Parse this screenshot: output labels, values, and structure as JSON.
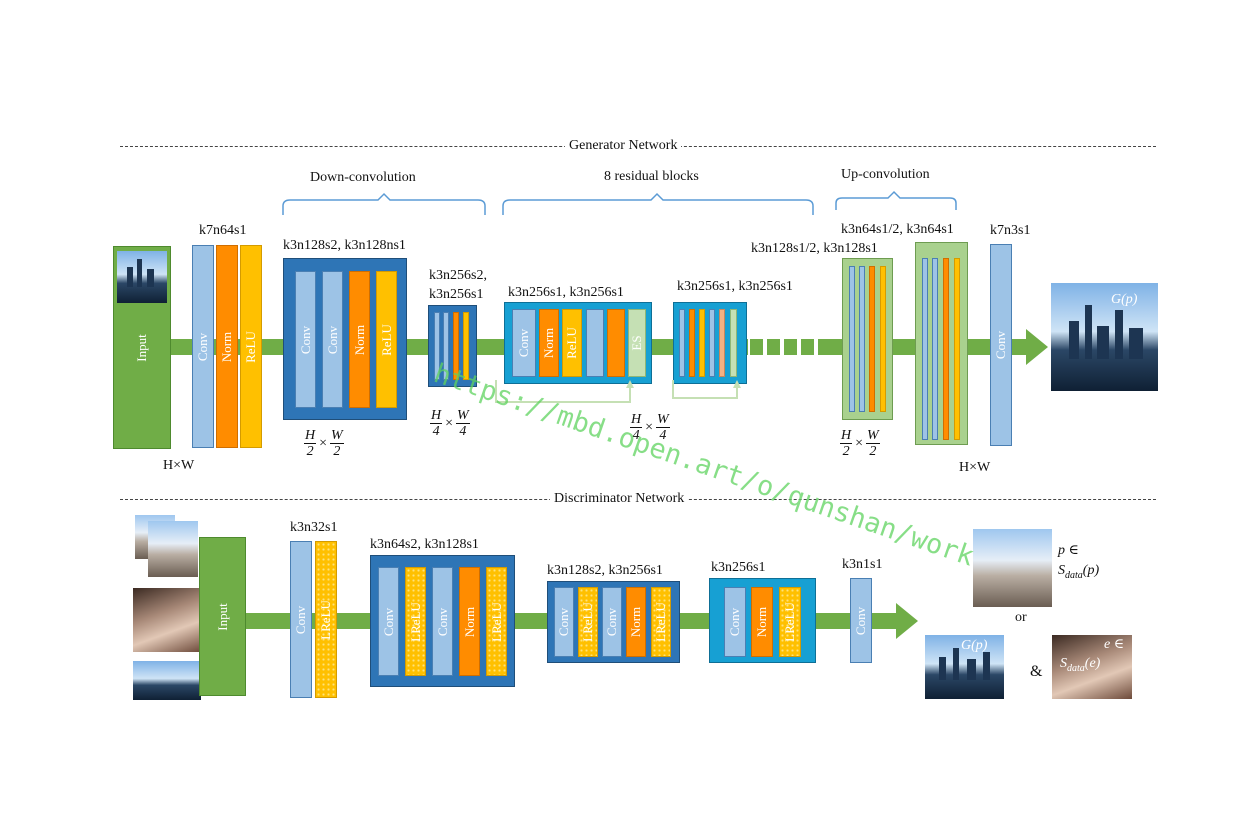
{
  "generator": {
    "section_title": "Generator Network",
    "groups": {
      "down": "Down-convolution",
      "residual": "8 residual blocks",
      "up": "Up-convolution"
    },
    "input_label": "Input",
    "input_size": "H×W",
    "output_size": "H×W",
    "output_image_label": "G(p)",
    "layers": {
      "l1": "k7n64s1",
      "l2": "k3n128s2, k3n128ns1",
      "l3a": "k3n256s2,",
      "l3b": "k3n256s1",
      "r1": "k3n256s1,  k3n256s1",
      "r2": "k3n256s1,  k3n256s1",
      "u1a": "k3n64s1/2, k3n64s1",
      "u1b": "k3n128s1/2, k3n128s1",
      "out": "k7n3s1"
    },
    "block_labels": {
      "conv": "Conv",
      "norm": "Norm",
      "relu": "ReLU",
      "es": "ES"
    },
    "dims": {
      "half": {
        "n1": "H",
        "d1": "2",
        "n2": "W",
        "d2": "2",
        "x": "×"
      },
      "quarter": {
        "n1": "H",
        "d1": "4",
        "n2": "W",
        "d2": "4",
        "x": "×"
      }
    }
  },
  "discriminator": {
    "section_title": "Discriminator Network",
    "input_label": "Input",
    "layers": {
      "d1": "k3n32s1",
      "d2": "k3n64s2, k3n128s1",
      "d3": "k3n128s2, k3n256s1",
      "d4": "k3n256s1",
      "d5": "k3n1s1"
    },
    "block_labels": {
      "conv": "Conv",
      "norm": "Norm",
      "lrelu": "LReLU"
    },
    "outputs": {
      "p_label": "p ∈",
      "p_set": "S",
      "p_sub": "data",
      "p_arg": "(p)",
      "or": "or",
      "g_label": "G(p)",
      "amp": "&",
      "e_label": "e ∈",
      "e_set": "S",
      "e_sub": "data",
      "e_arg": "(e)"
    }
  },
  "watermark": "https://mbd.open.art/o/qunshan/work",
  "colors": {
    "green": "#70ad47",
    "conv": "#9dc3e6",
    "norm": "#ff8c00",
    "relu": "#ffc000",
    "frame": "#2e75b6",
    "es": "#c5e0b4"
  }
}
